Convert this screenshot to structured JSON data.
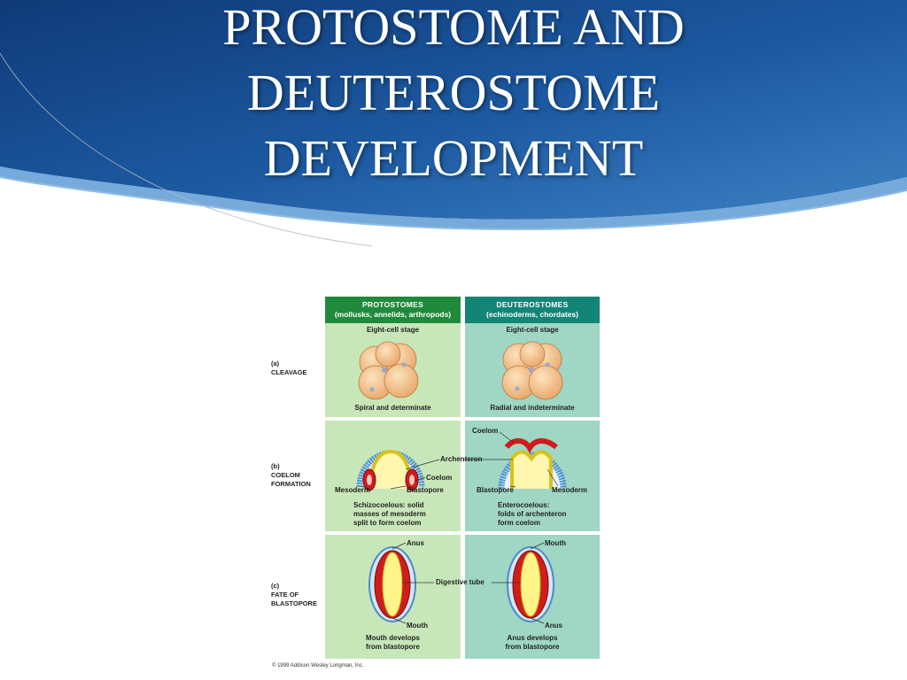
{
  "slide": {
    "title_lines": [
      "PROTOSTOME AND",
      "DEUTEROSTOME",
      "DEVELOPMENT"
    ],
    "accent_color": "#1e4d8f"
  },
  "figure": {
    "columns": [
      {
        "title": "PROTOSTOMES",
        "subtitle": "(mollusks, annelids, arthropods)",
        "header_color": "#1f8a3b",
        "panel_color": "#c8e7b9"
      },
      {
        "title": "DEUTEROSTOMES",
        "subtitle": "(echinoderms, chordates)",
        "header_color": "#138577",
        "panel_color": "#9fd6c4"
      }
    ],
    "rows": [
      {
        "letter": "(a)",
        "label_lines": [
          "CLEAVAGE"
        ]
      },
      {
        "letter": "(b)",
        "label_lines": [
          "COELOM",
          "FORMATION"
        ]
      },
      {
        "letter": "(c)",
        "label_lines": [
          "FATE OF",
          "BLASTOPORE"
        ]
      }
    ],
    "cleavage": {
      "stage": "Eight-cell stage",
      "proto_caption": "Spiral and determinate",
      "deutero_caption": "Radial and indeterminate"
    },
    "coelom": {
      "coelom_label": "Coelom",
      "archenteron_label": "Archenteron",
      "mesoderm_label": "Mesoderm",
      "blastopore_label": "Blastopore",
      "proto_caption": [
        "Schizocoelous: solid",
        "masses of mesoderm",
        "split to form coelom"
      ],
      "deutero_caption": [
        "Enterocoelous:",
        "folds of archenteron",
        "form coelom"
      ]
    },
    "blastopore": {
      "anus_label": "Anus",
      "mouth_label": "Mouth",
      "digestive_label": "Digestive tube",
      "proto_caption": [
        "Mouth develops",
        "from blastopore"
      ],
      "deutero_caption": [
        "Anus develops",
        "from blastopore"
      ]
    },
    "credit": "© 1999 Addison Wesley Longman, Inc."
  }
}
